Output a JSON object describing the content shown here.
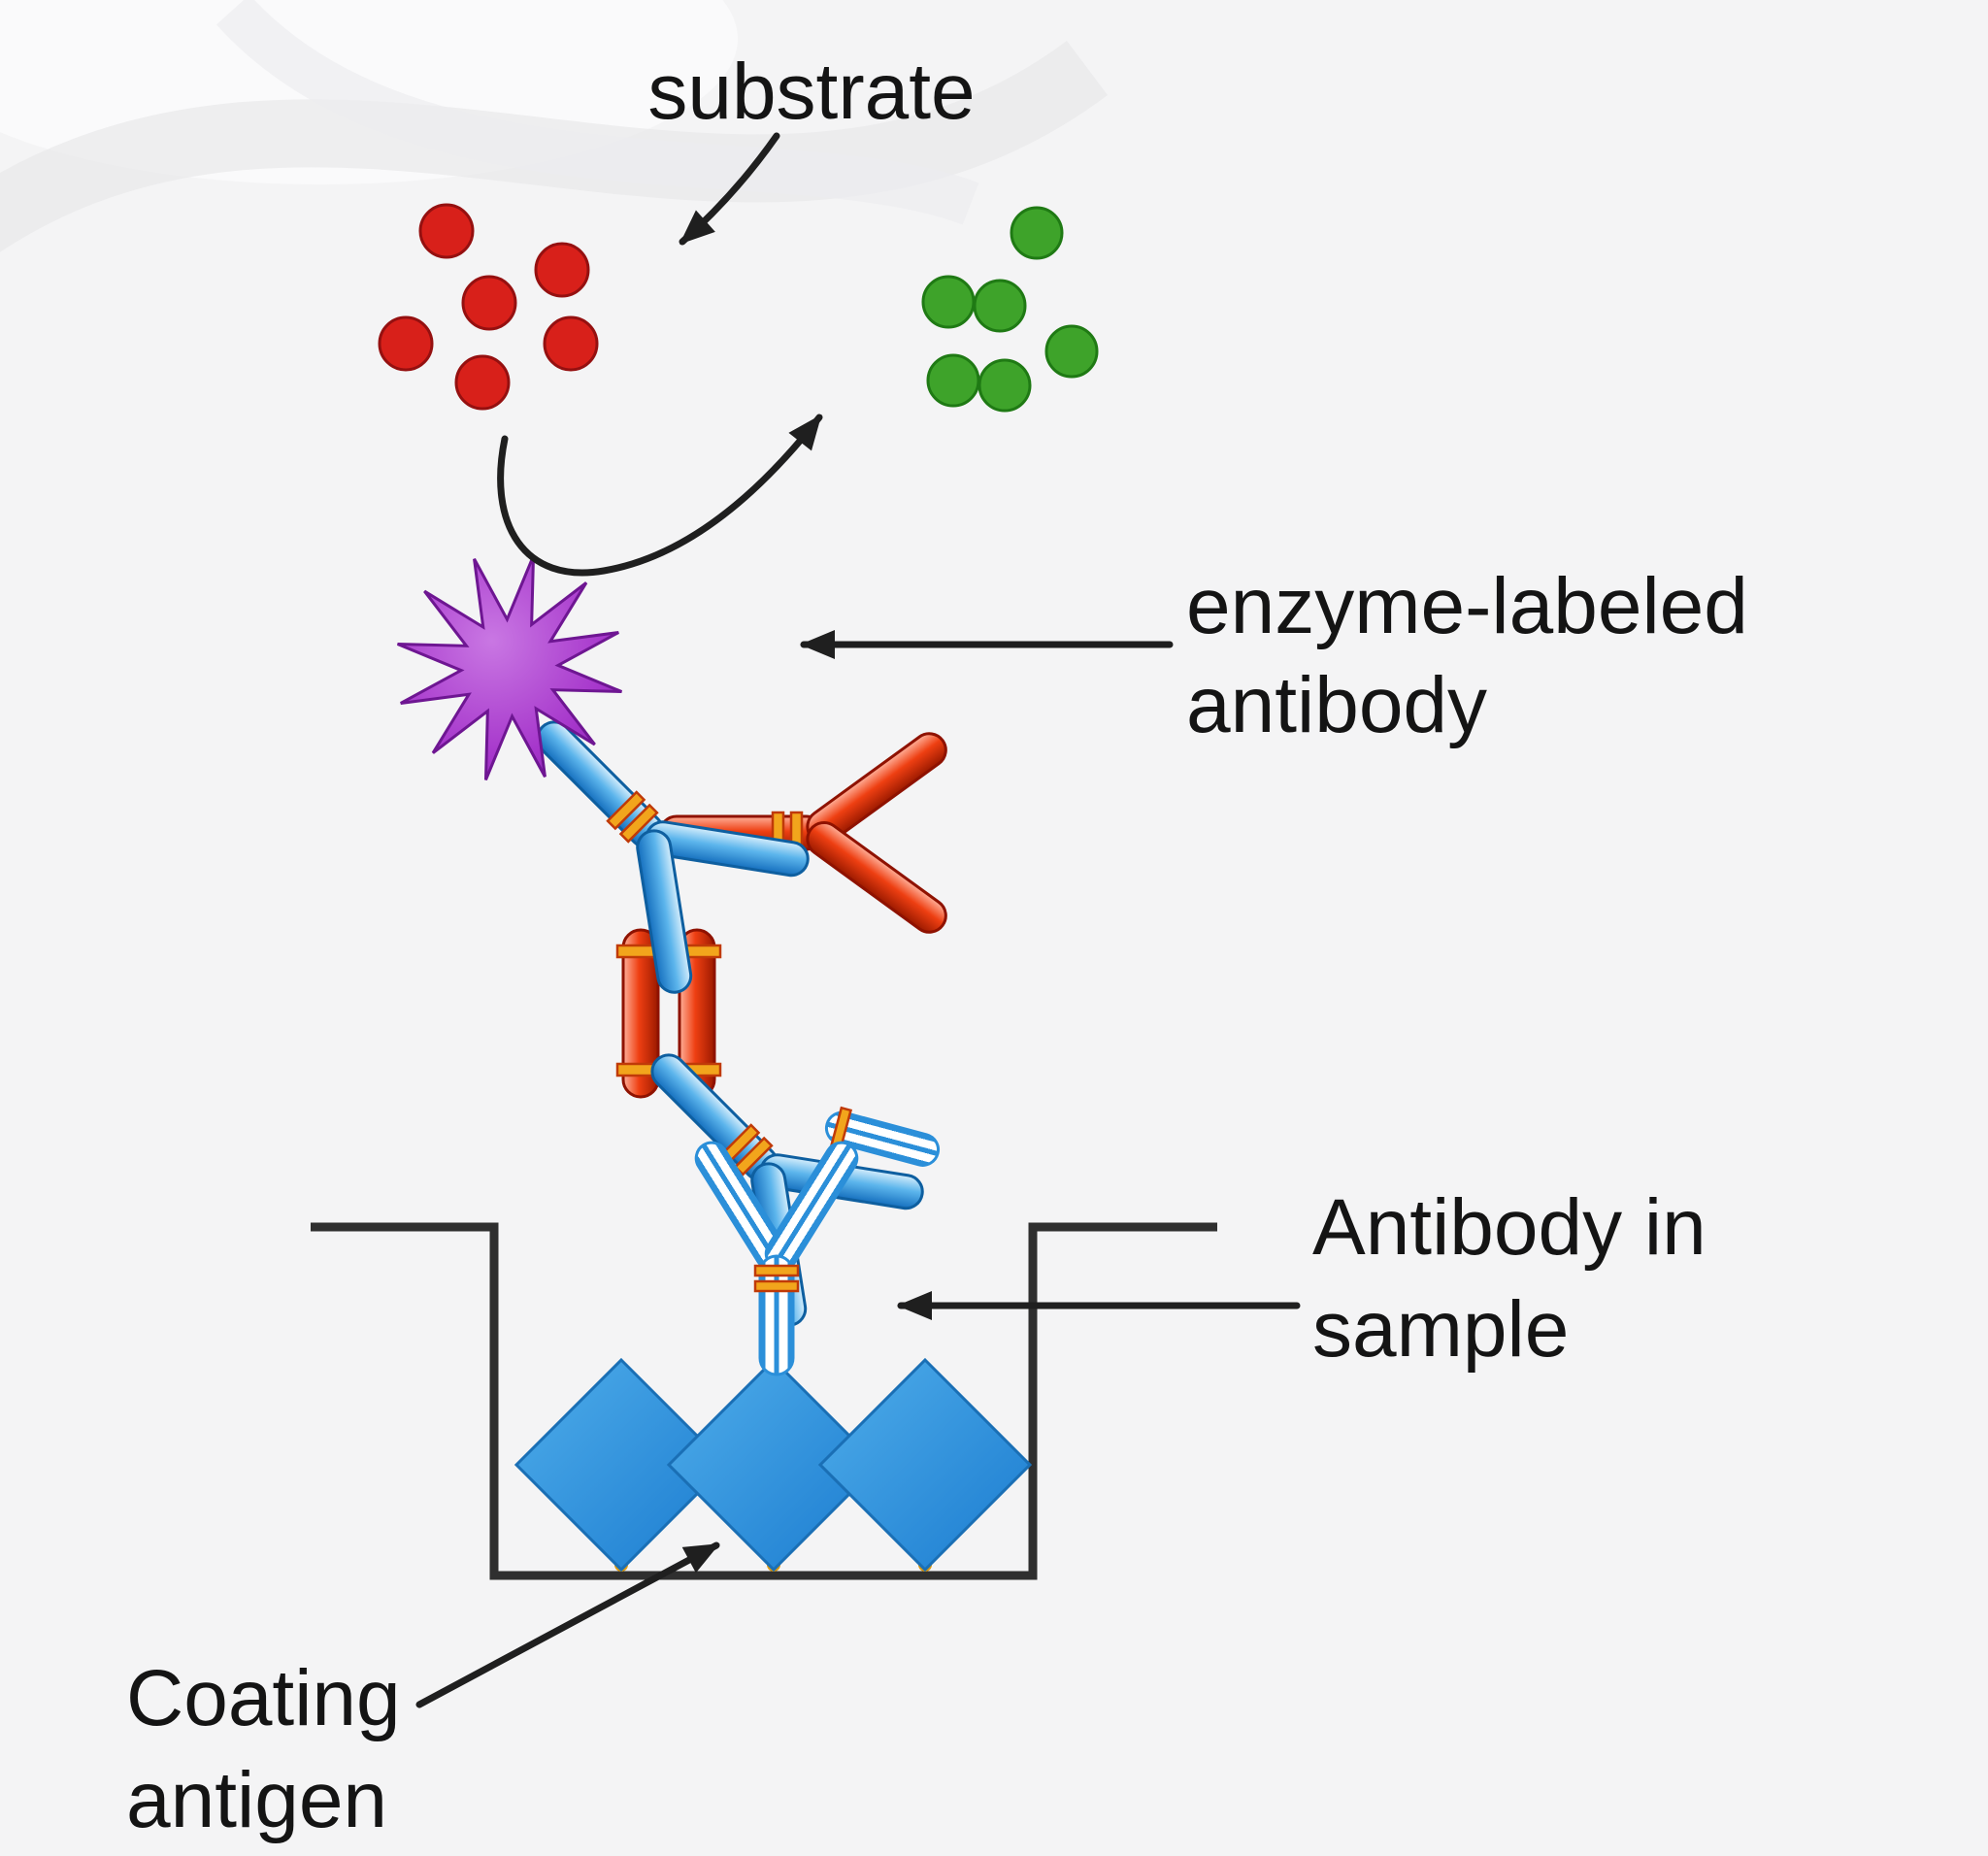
{
  "diagram": {
    "type": "ELISA assay schematic",
    "labels": {
      "substrate": "substrate",
      "enzyme_labeled_antibody_line1": "enzyme-labeled",
      "enzyme_labeled_antibody_line2": "antibody",
      "antibody_in_sample_line1": "Antibody in",
      "antibody_in_sample_line2": "sample",
      "coating_antigen_line1": "Coating",
      "coating_antigen_line2": "antigen"
    },
    "colors": {
      "background": "#f4f4f5",
      "substrate_dot": "#d8201a",
      "product_dot": "#3ea32a",
      "enzyme_star": "#9a2fc2",
      "labeled_antibody_blue": "#2b8fd9",
      "secondary_antibody_red": "#da2f10",
      "sample_antibody_stripe": "#2b8fd9",
      "coating_antigen_blue": "#2a90e2",
      "annotation_line": "#1f1f1f"
    },
    "counts": {
      "substrate_dots": 6,
      "product_dots": 6,
      "coating_antigen_diamonds": 3
    }
  }
}
